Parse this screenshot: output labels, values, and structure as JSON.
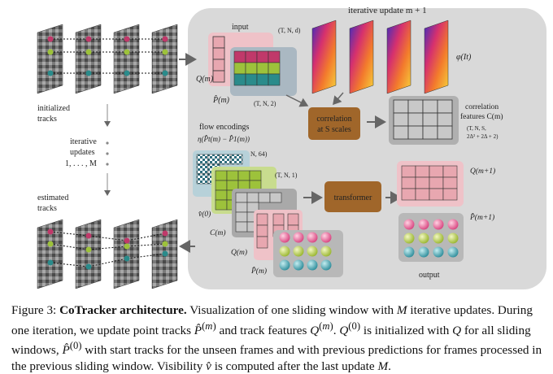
{
  "figure": {
    "top_label": "iterative update m + 1",
    "left": {
      "initialized": "initialized",
      "tracks1": "tracks",
      "iterative": "iterative",
      "updates": "updates",
      "range": "1, . . . , M",
      "estimated": "estimated",
      "tracks2": "tracks"
    },
    "input_label": "input",
    "tnd_label": "(T, N, d)",
    "q_label": "Q(m)",
    "p_label": "P̂(m)",
    "tn2_label": "(T, N, 2)",
    "phi_label": "φ(It)",
    "correlation_box": [
      "correlation",
      "at S scales"
    ],
    "corr_features": [
      "correlation",
      "features C(m)",
      "(T, N, S,",
      "2Δ² + 2Δ + 2)"
    ],
    "flow_enc": [
      "flow encodings",
      "η(P̂t(m) − P̂1(m))"
    ],
    "tn64_label": "(T, N, 64)",
    "tn1_label": "(T, N, 1)",
    "v_label": "v̂(0)",
    "c_label": "C(m)",
    "q2_label": "Q(m)",
    "p2_label": "P̂(m)",
    "transformer_box": "transformer",
    "q_out_label": "Q(m+1)",
    "p_out_label": "P̂(m+1)",
    "output_label": "output"
  },
  "caption": {
    "fig_num": "Figure 3:",
    "title": "CoTracker architecture.",
    "text1": "Visualization of one sliding window with",
    "text2": "iterative updates. During one iteration, we update point tracks",
    "text3": "and track features",
    "text4": "is initialized with",
    "text5": "for all sliding windows,",
    "text6": "with start tracks for the unseen frames and with previous predictions for frames processed in the previous sliding window. Visibility",
    "text7": "is computed after the last update"
  },
  "colors": {
    "panel": "#d9d9d9",
    "pink": "#e8a7b0",
    "green": "#9dc23b",
    "teal": "#2a8b8b",
    "magenta": "#c0396a",
    "brown": "#a0662a",
    "gray_cell": "#b8b8b8"
  }
}
